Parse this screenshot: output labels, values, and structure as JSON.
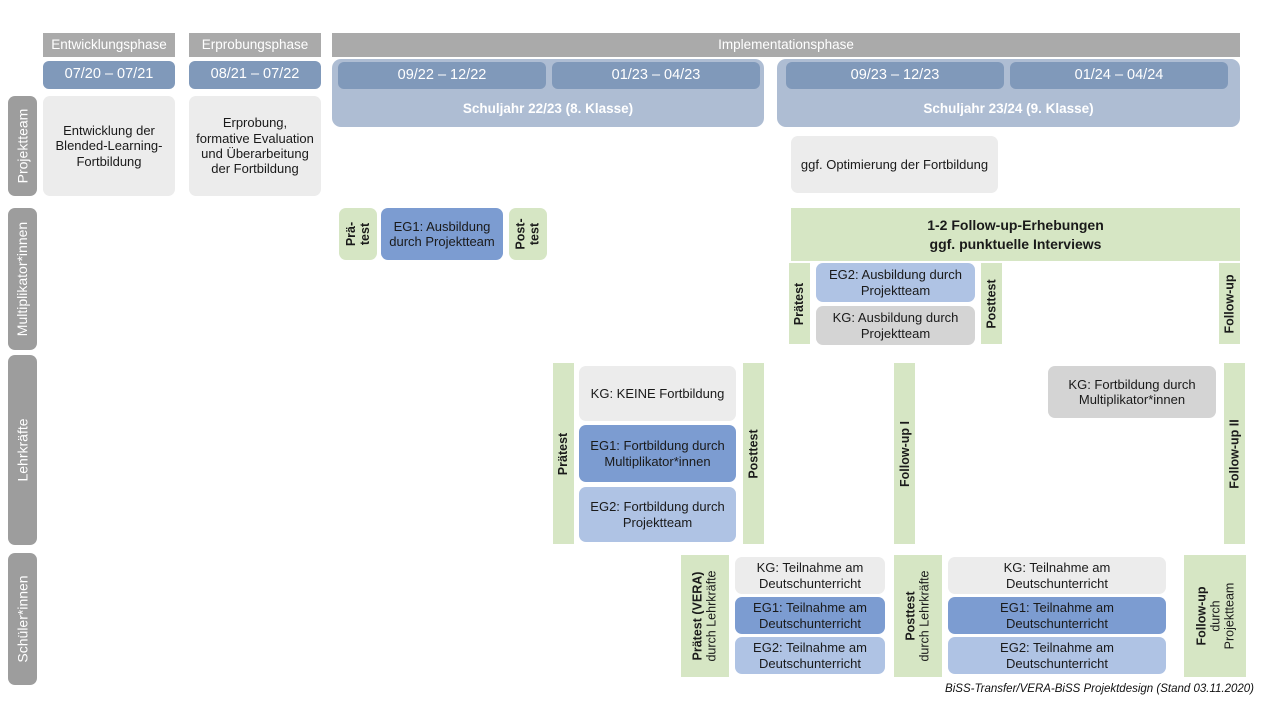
{
  "footer": "BiSS-Transfer/VERA-BiSS Projektdesign (Stand 03.11.2020)",
  "colors": {
    "phase_header": "#aaaaaa",
    "date_chip": "#8099ba",
    "year_band": "#aebdd3",
    "sidebar": "#9d9d9d",
    "grey_box": "#ececec",
    "grey_box_dark": "#d4d4d4",
    "blue_mid": "#7c9cd1",
    "blue_light": "#afc3e4",
    "green": "#d6e6c4"
  },
  "phases": [
    {
      "label": "Entwicklungsphase"
    },
    {
      "label": "Erprobungsphase"
    },
    {
      "label": "Implementationsphase"
    }
  ],
  "dates": [
    {
      "label": "07/20 – 07/21"
    },
    {
      "label": "08/21 – 07/22"
    },
    {
      "label": "09/22 – 12/22"
    },
    {
      "label": "01/23 – 04/23"
    },
    {
      "label": "09/23 – 12/23"
    },
    {
      "label": "01/24 – 04/24"
    }
  ],
  "school_years": [
    {
      "label": "Schuljahr 22/23 (8. Klasse)"
    },
    {
      "label": "Schuljahr 23/24 (9. Klasse)"
    }
  ],
  "sidebar": {
    "items": [
      {
        "label": "Projektteam"
      },
      {
        "label": "Multiplikator*innen"
      },
      {
        "label": "Lehrkräfte"
      },
      {
        "label": "Schüler*innen"
      }
    ]
  },
  "rows": {
    "projektteam": {
      "entwicklung": "Entwicklung der Blended-Learning-Fortbildung",
      "erprobung": "Erprobung, formative Evaluation und Überarbeitung der Fortbildung",
      "optimierung": "ggf. Optimierung der Fortbildung"
    },
    "multiplikatoren": {
      "praetest_1": "Prä-",
      "praetest_2": "test",
      "eg1": "EG1: Ausbildung durch Projektteam",
      "posttest_1": "Post-",
      "posttest_2": "test",
      "banner_line1": "1-2 Follow-up-Erhebungen",
      "banner_line2": "ggf. punktuelle Interviews",
      "praetest_2324": "Prätest",
      "eg2": "EG2: Ausbildung durch Projektteam",
      "kg": "KG: Ausbildung durch Projektteam",
      "posttest_2324": "Posttest",
      "followup": "Follow-up"
    },
    "lehrkraefte": {
      "praetest": "Prätest",
      "kg": "KG:  KEINE Fortbildung",
      "eg1": "EG1: Fortbildung durch Multiplikator*innen",
      "eg2": "EG2: Fortbildung durch Projektteam",
      "posttest": "Posttest",
      "followup_1": "Follow-up I",
      "kg_2324": "KG: Fortbildung durch Multiplikator*innen",
      "followup_2": "Follow-up II"
    },
    "schuelerinnen": {
      "praetest_main": "Prätest (VERA)",
      "praetest_sub": "durch Lehrkräfte",
      "kg_1": "KG: Teilnahme am Deutschunterricht",
      "eg1_1": "EG1: Teilnahme am Deutschunterricht",
      "eg2_1": "EG2: Teilnahme am Deutschunterricht",
      "posttest_main": "Posttest",
      "posttest_sub": "durch Lehrkräfte",
      "kg_2": "KG: Teilnahme am Deutschunterricht",
      "eg1_2": "EG1: Teilnahme am Deutschunterricht",
      "eg2_2": "EG2: Teilnahme am Deutschunterricht",
      "followup_main": "Follow-up",
      "followup_sub1": "durch",
      "followup_sub2": "Projektteam"
    }
  }
}
